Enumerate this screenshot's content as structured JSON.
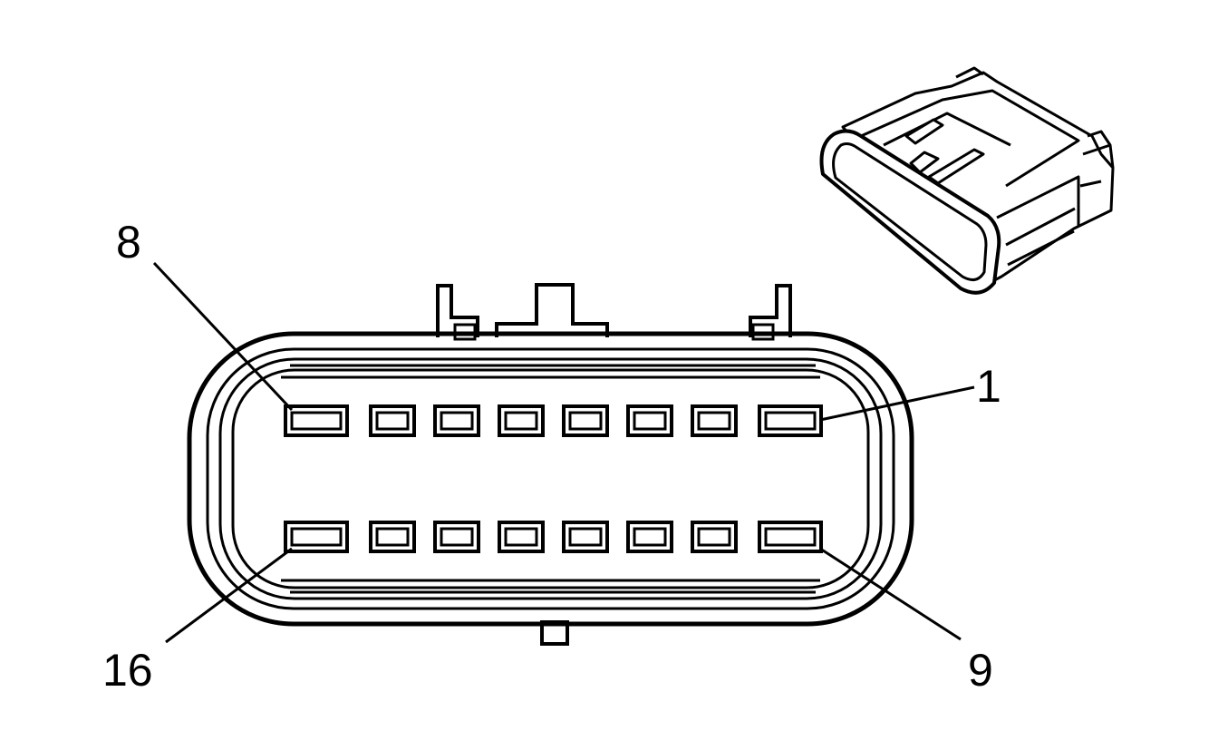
{
  "pin_labels": {
    "top_left": "8",
    "top_right": "1",
    "bottom_left": "16",
    "bottom_right": "9"
  },
  "connector": {
    "rows": 2,
    "pins_per_row": 8
  }
}
